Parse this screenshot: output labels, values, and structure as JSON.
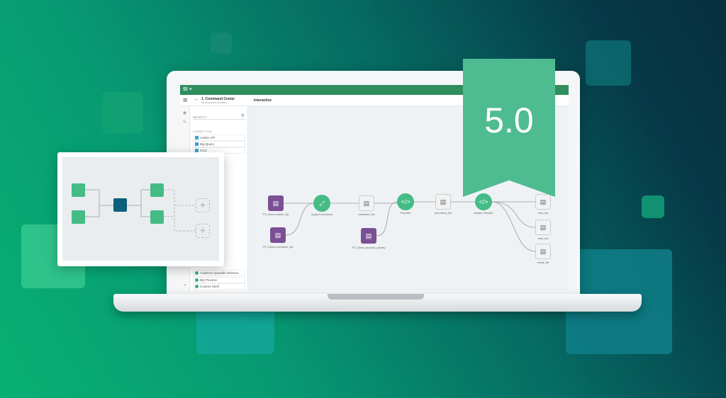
{
  "badge": {
    "version": "5.0"
  },
  "app": {
    "logo": "S\\",
    "breadcrumb_title": "1. Command Center",
    "breadcrumb_sub": "Development Workflow",
    "mode": "Interactive"
  },
  "sidebar": {
    "search_placeholder": "SEARCH",
    "section": "CONNECTION",
    "connections": [
      "Adobe API",
      "Big Query",
      "GCS"
    ],
    "processes": [
      "Audience Quantile Selector",
      "BQ Process",
      "Custom Shell"
    ]
  },
  "nodes": {
    "action_list": "FS_Demo.action_list",
    "exclusion_list": "FS_Demo.exclusion_list",
    "apply_exclusions": "Apply Exclusions",
    "cleansed_list": "cleansed_list",
    "product_priority": "FS_Demo.product_priority",
    "prioritize": "Prioritize",
    "prioritized_list": "prioritized_list",
    "master_decider": "Master Decider",
    "cms_list": "cms_list",
    "sms_list": "sms_list",
    "email_list": "email_list"
  },
  "colors": {
    "accent": "#45bb86",
    "purple": "#7b4f94",
    "topbar": "#2f8d5e"
  }
}
